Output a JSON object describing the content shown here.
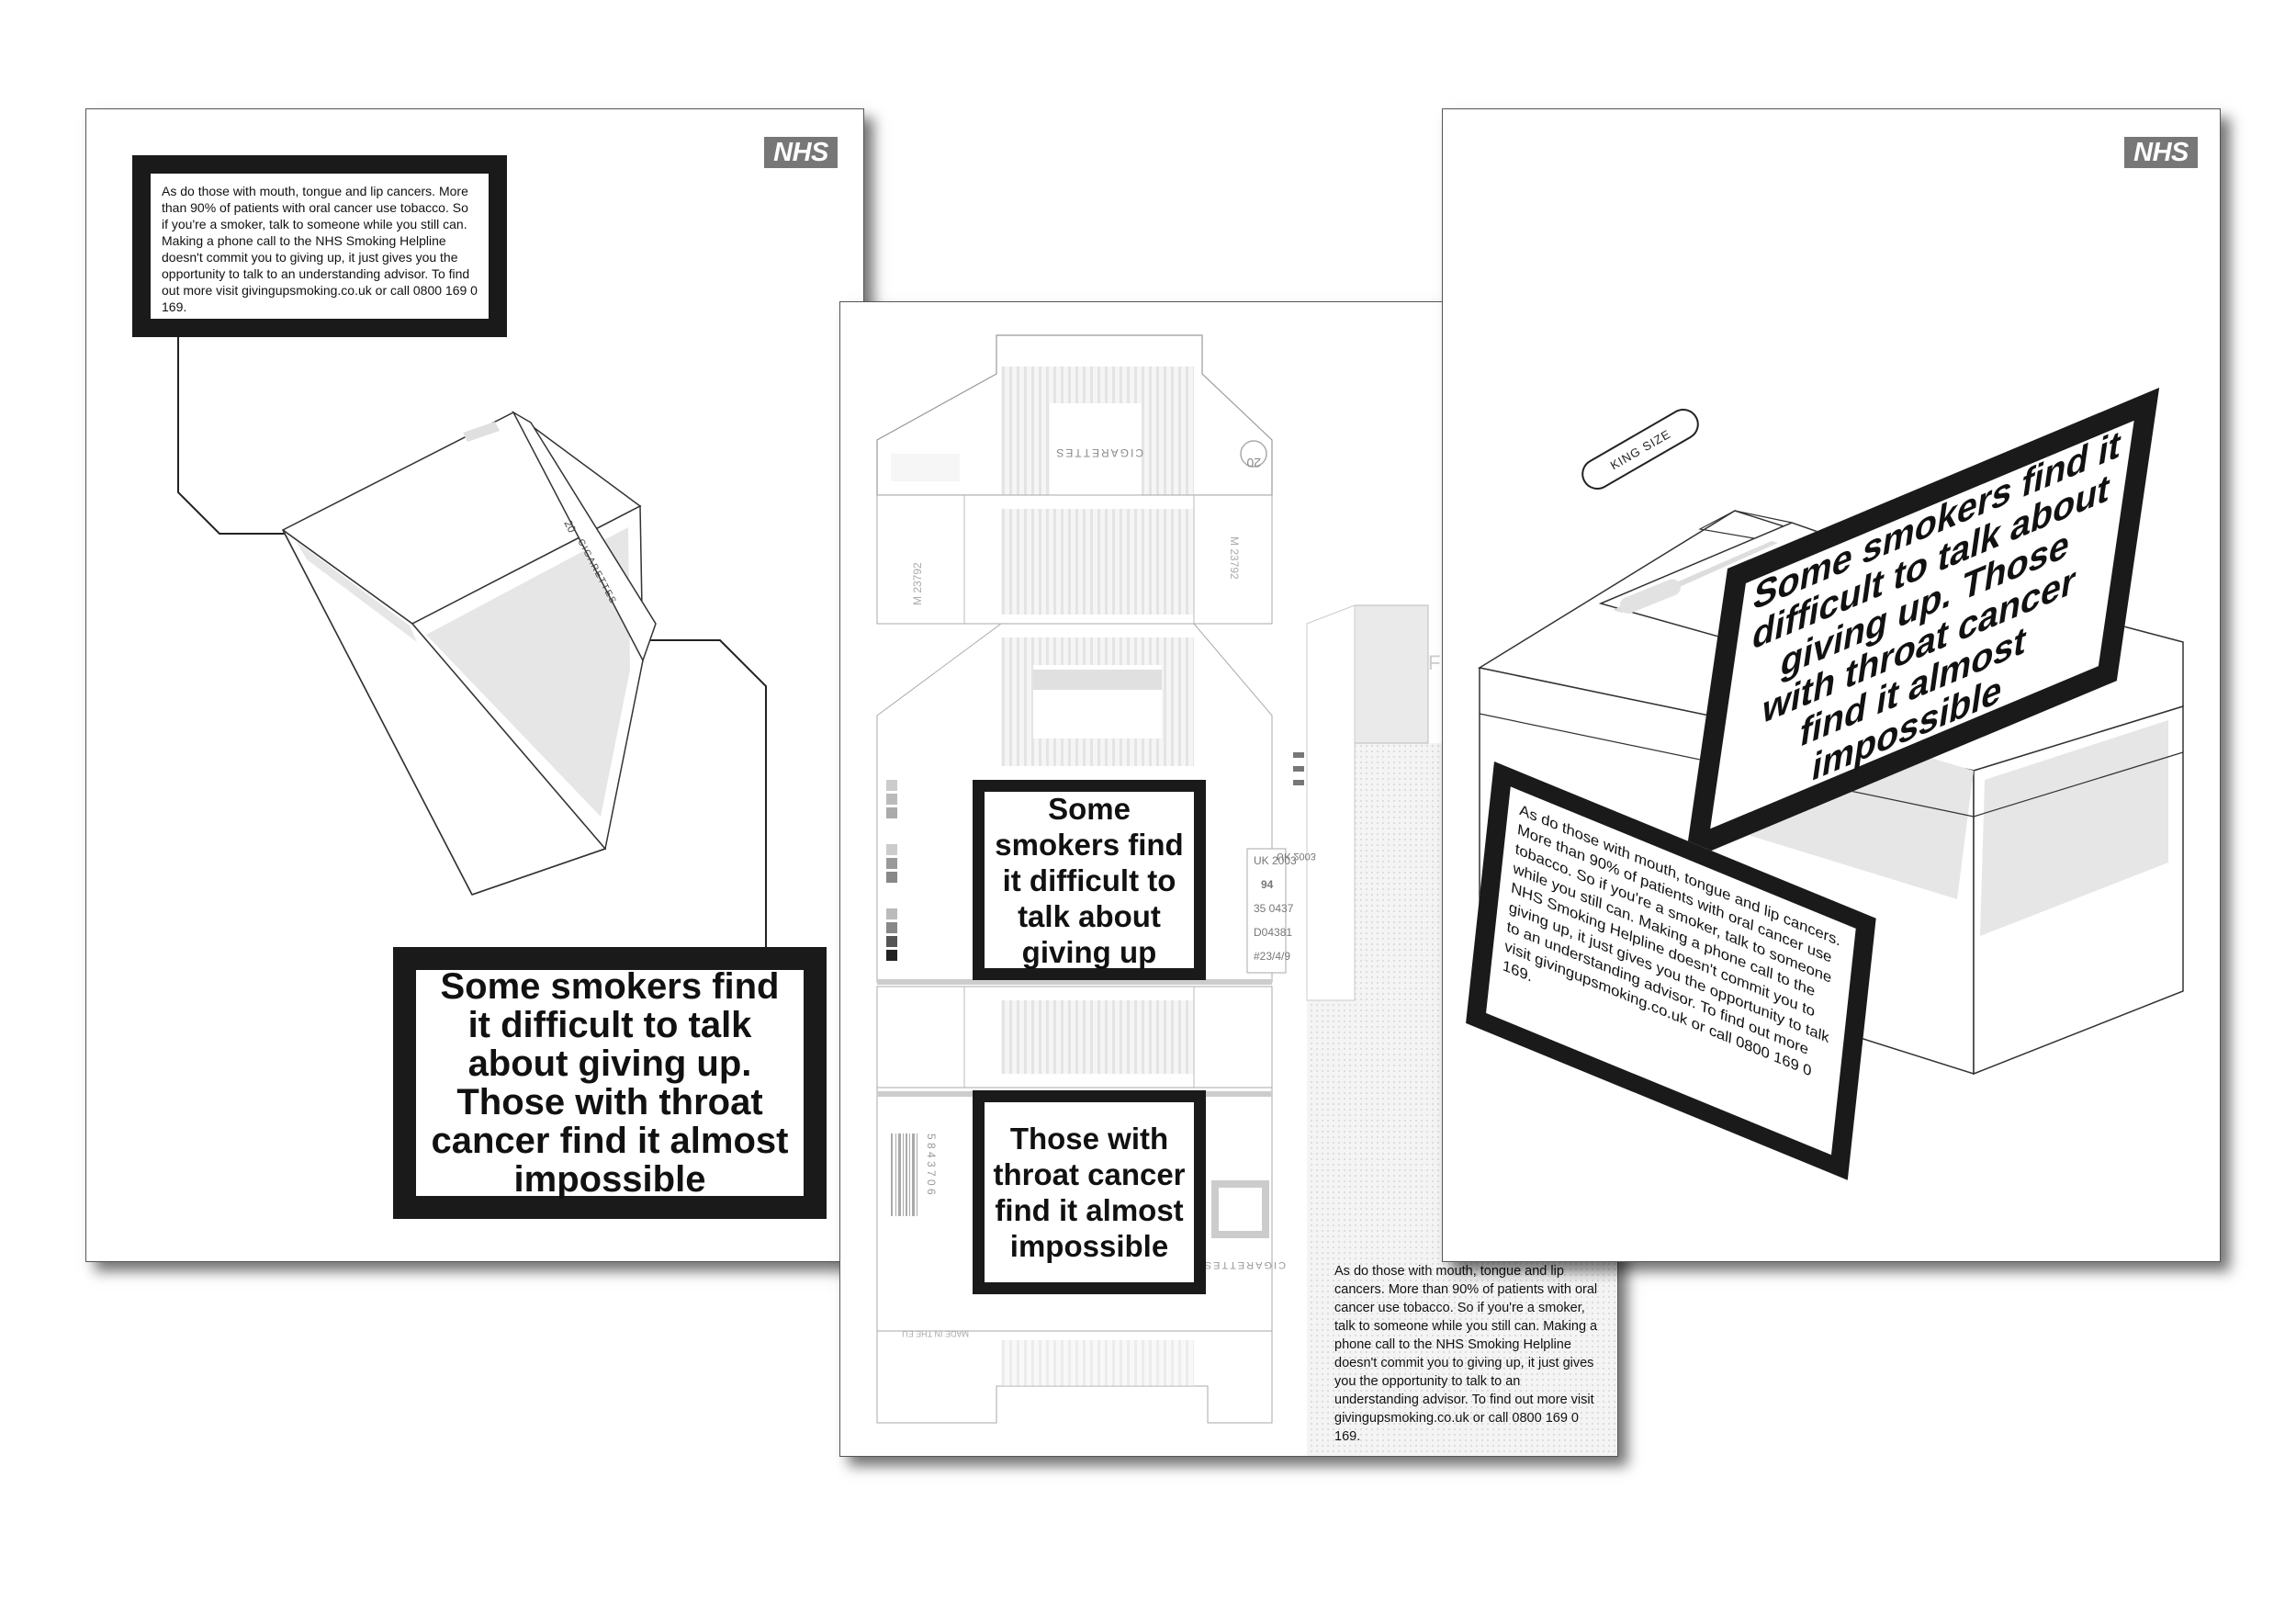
{
  "brand": {
    "logo_text": "NHS"
  },
  "left_page": {
    "info_text": "As do those with mouth, tongue and lip cancers. More than 90% of patients with oral cancer use tobacco. So if you're a smoker, talk to someone while you still can. Making a phone call to the NHS Smoking Helpline doesn't commit you to giving up, it just gives you the opportunity to talk to an understanding advisor. To find out more visit givingupsmoking.co.uk or call 0800 169 0 169.",
    "warning": "Some smokers find it difficult to talk about giving up. Those with throat cancer find it almost impossible",
    "pack_count": "20",
    "pack_label": "CIGARETTES"
  },
  "middle_page": {
    "warning_front": "Some smokers find it difficult to talk about giving up",
    "warning_back": "Those with throat cancer find it almost impossible",
    "info_text": "As do those with mouth, tongue and lip cancers. More than 90% of patients with oral cancer use tobacco. So if you're a smoker, talk to someone while you still can. Making a phone call to the NHS Smoking Helpline doesn't commit you to giving up, it just gives you the opportunity to talk to an understanding advisor. To find out more visit givingupsmoking.co.uk or call 0800 169 0 169.",
    "flap_label": "CIGARETTES",
    "flap_count": "20",
    "side_codes": [
      "UK 2003",
      "94",
      "35 0437",
      "D04381",
      "#23/4/9"
    ],
    "side_code_left": "M 23792",
    "side_code_right": "M 23792",
    "bottom_label": "CIGARETTES",
    "barcode_digits": "5 8 4 3 7 0 6",
    "made_in": "MADE IN THE EU"
  },
  "right_page": {
    "badge": "KING SIZE",
    "warning": "Some smokers find it difficult to talk about giving up. Those with throat cancer find it almost impossible",
    "info_text": "As do those with mouth, tongue and lip cancers. More than 90% of patients with oral cancer use tobacco. So if you're a smoker, talk to someone while you still can. Making a phone call to the NHS Smoking Helpline doesn't commit you to giving up, it just gives you the opportunity to talk to an understanding advisor. To find out more visit givingupsmoking.co.uk or call 0800 169 0 169."
  }
}
